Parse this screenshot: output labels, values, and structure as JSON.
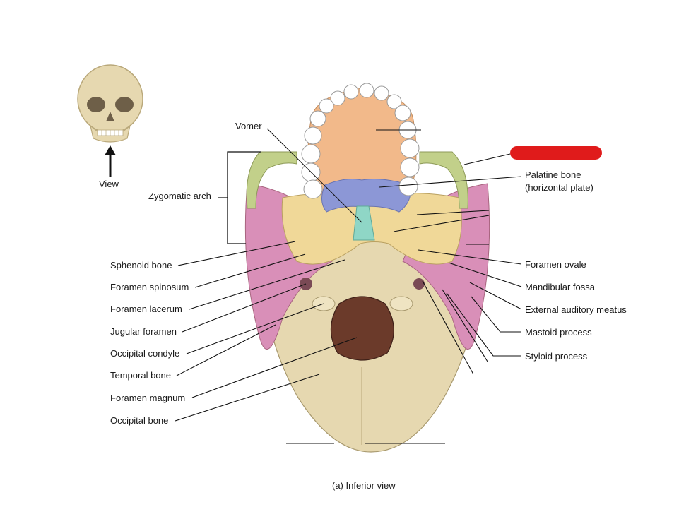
{
  "view_label": "View",
  "caption": "(a) Inferior view",
  "colors": {
    "occipital": "#e6d8b0",
    "temporal": "#d98fb8",
    "sphenoid": "#f0d898",
    "maxilla": "#f2b98a",
    "palatine": "#8c97d6",
    "vomer": "#8fd6c6",
    "zygomatic": "#c2d08a",
    "foramen_magnum": "#6b3a2a",
    "teeth": "#ffffff",
    "highlight": "#e01b1b"
  },
  "labels": {
    "vomer": "Vomer",
    "zygomatic_arch": "Zygomatic arch",
    "sphenoid_bone": "Sphenoid bone",
    "foramen_spinosum": "Foramen spinosum",
    "foramen_lacerum": "Foramen lacerum",
    "jugular_foramen": "Jugular foramen",
    "occipital_condyle": "Occipital condyle",
    "temporal_bone": "Temporal bone",
    "foramen_magnum": "Foramen magnum",
    "occipital_bone": "Occipital bone",
    "palatine_bone_line1": "Palatine bone",
    "palatine_bone_line2": "(horizontal plate)",
    "foramen_ovale": "Foramen ovale",
    "mandibular_fossa": "Mandibular fossa",
    "external_auditory_meatus": "External auditory meatus",
    "mastoid_process": "Mastoid process",
    "styloid_process": "Styloid process"
  }
}
